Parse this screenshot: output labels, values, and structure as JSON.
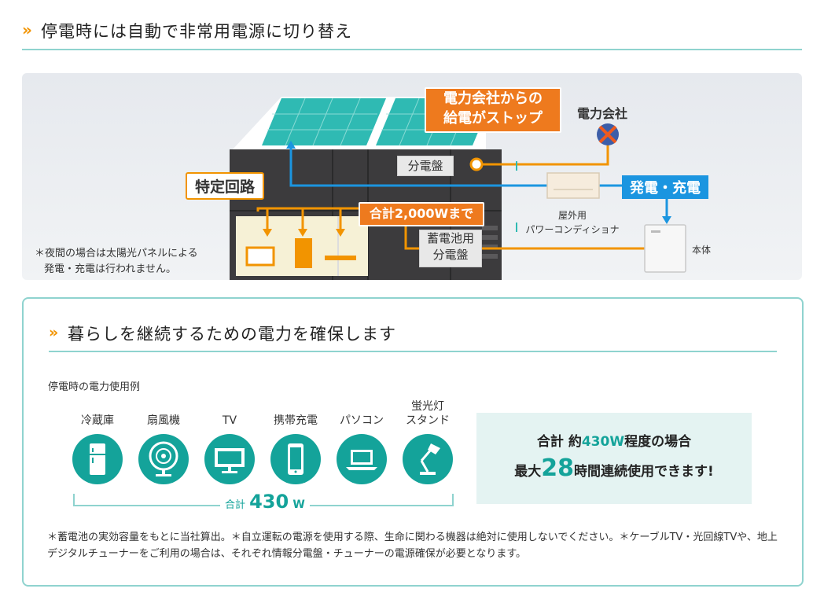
{
  "header": {
    "title": "停電時には自動で非常用電源に切り替え"
  },
  "diagram": {
    "callout_stop": {
      "line1": "電力会社からの",
      "line2": "給電がストップ"
    },
    "power_company": "電力会社",
    "distribution_board": "分電盤",
    "specific_circuit": "特定回路",
    "total_label": "合計2,000Wまで",
    "battery_board": {
      "line1": "蓄電池用",
      "line2": "分電盤"
    },
    "generate_charge": "発電・充電",
    "outdoor_pcs": {
      "line1": "屋外用",
      "line2": "パワーコンディショナ"
    },
    "main_unit": "本体",
    "night_note": {
      "line1": "＊夜間の場合は太陽光パネルによる",
      "line2": "発電・充電は行われません。"
    }
  },
  "panel": {
    "title": "暮らしを継続するための電力を確保します",
    "example_title": "停電時の電力使用例",
    "appliances": [
      {
        "name": "冷蔵庫",
        "icon": "refrigerator-icon"
      },
      {
        "name": "扇風機",
        "icon": "fan-icon"
      },
      {
        "name": "TV",
        "icon": "tv-icon"
      },
      {
        "name": "携帯充電",
        "icon": "smartphone-icon"
      },
      {
        "name": "パソコン",
        "icon": "laptop-icon"
      },
      {
        "name": "蛍光灯\nスタンド",
        "icon": "desk-lamp-icon"
      }
    ],
    "total": {
      "prefix": "合計",
      "value": "430",
      "unit": "W"
    },
    "result": {
      "l1_pre": "合計 約",
      "l1_val": "430W",
      "l1_post": "程度の場合",
      "l2_pre": "最大",
      "l2_val": "28",
      "l2_post": "時間連続使用できます!"
    },
    "notes": "＊蓄電池の実効容量をもとに当社算出。＊自立運転の電源を使用する際、生命に関わる機器は絶対に使用しないでください。＊ケーブルTV・光回線TVや、地上デジタルチューナーをご利用の場合は、それぞれ情報分電盤・チューナーの電源確保が必要となります。"
  },
  "colors": {
    "accent_orange": "#f29400",
    "teal": "#14a39a",
    "blue": "#1b95e0",
    "border": "#8fd3cf"
  }
}
